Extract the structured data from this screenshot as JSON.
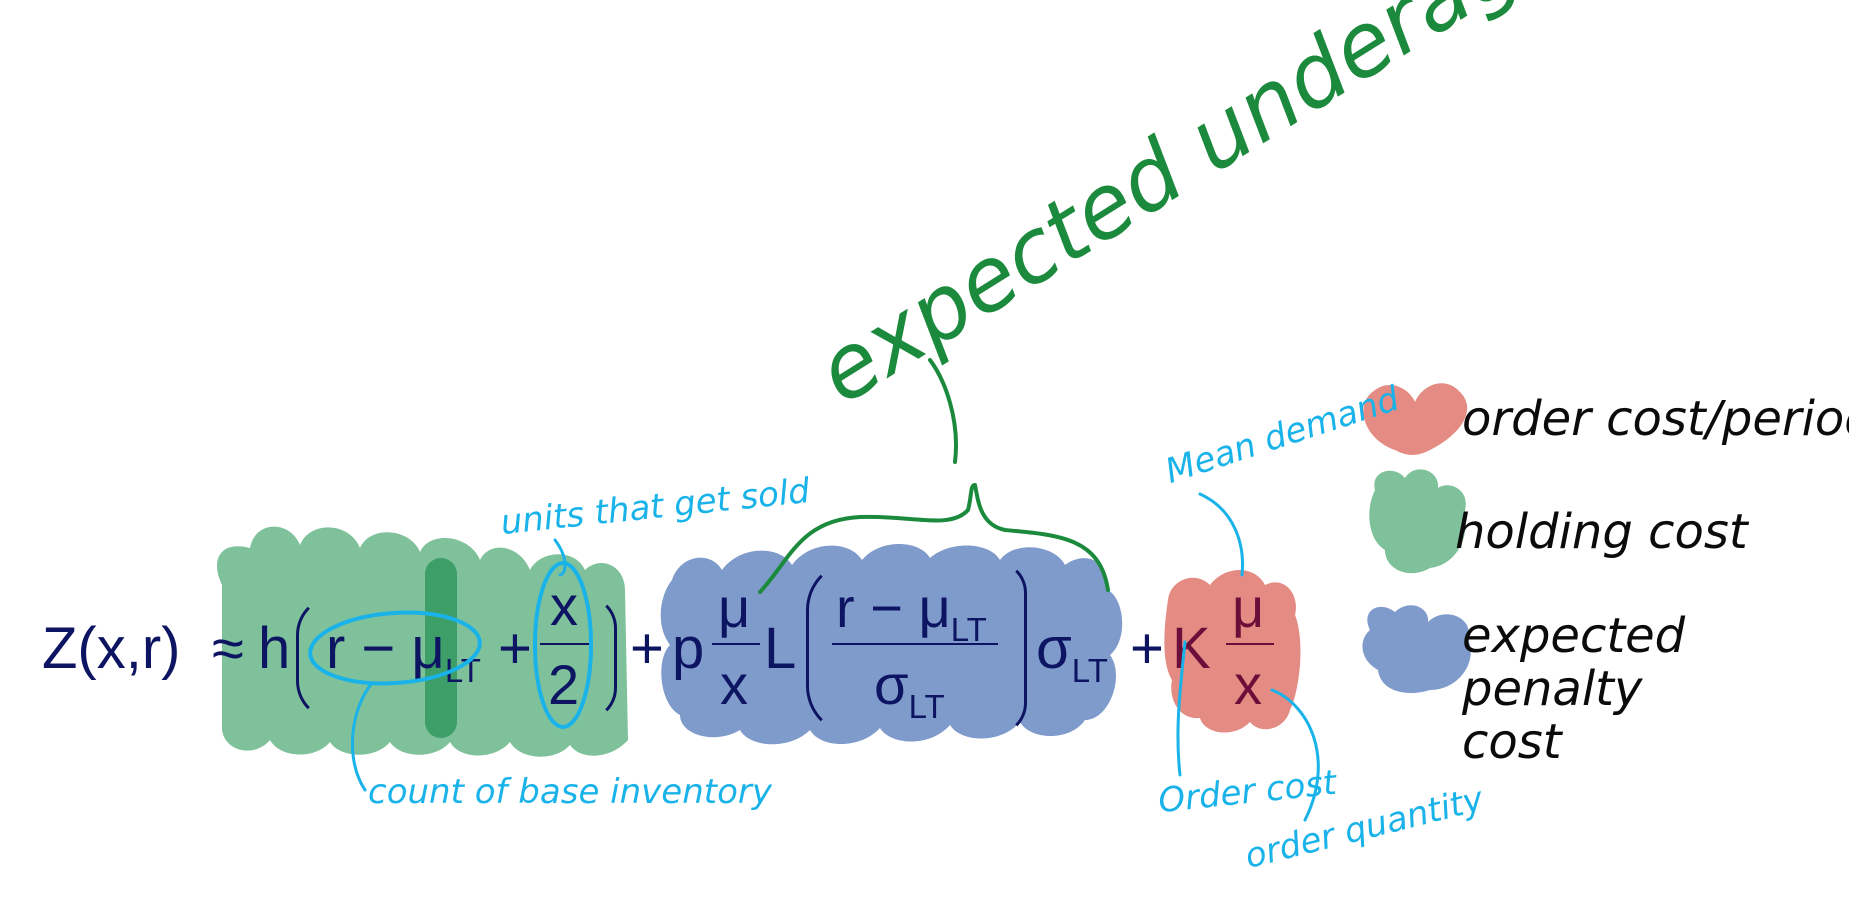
{
  "colors": {
    "order_cost": "#e48c83",
    "holding_cost": "#7fc19b",
    "holding_dark": "#3d9e68",
    "expected_penalty": "#7f9bcb",
    "equation_ink": "#0d1563",
    "annotation_blue": "#19b3ea",
    "annotation_green": "#1b8a3c",
    "legend_ink": "#0b0b0b"
  },
  "equation": {
    "lhs": "Z(x,r)",
    "approx": "≈",
    "h": "h",
    "r_minus_mu": "r − μ",
    "sub_LT": "LT",
    "plus": "+",
    "x": "x",
    "two": "2",
    "p": "p",
    "mu": "μ",
    "L": "L",
    "r_minus_mu_inner": "r − μ",
    "sigma": "σ",
    "K": "K"
  },
  "annotations": {
    "units_sold": "units that get sold",
    "base_inventory": "count of base inventory",
    "expected_underage": "expected underage",
    "mean_demand": "Mean demand",
    "order_cost": "Order cost",
    "order_quantity": "order quantity"
  },
  "legend": {
    "items": [
      {
        "label": "order cost/period",
        "icon": "red-heart-icon"
      },
      {
        "label": "holding cost",
        "icon": "green-blob-icon"
      },
      {
        "label": "expected penalty cost",
        "icon": "blue-blob-icon"
      }
    ]
  }
}
